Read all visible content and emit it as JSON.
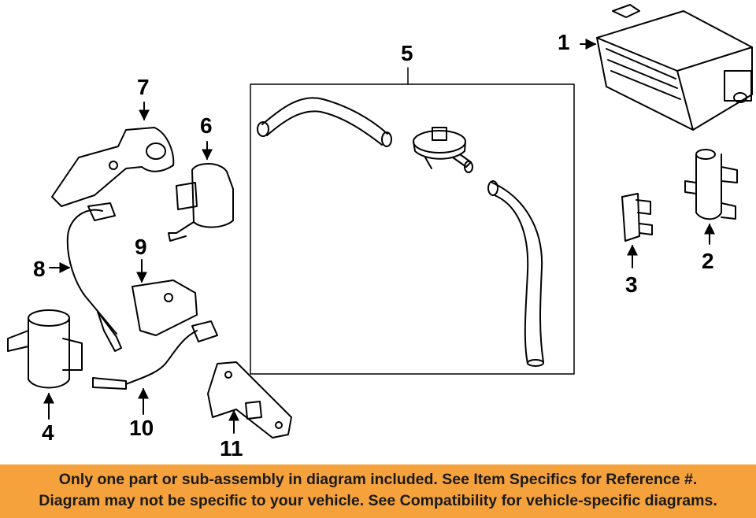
{
  "callouts": [
    {
      "id": "1",
      "label": "1"
    },
    {
      "id": "2",
      "label": "2"
    },
    {
      "id": "3",
      "label": "3"
    },
    {
      "id": "4",
      "label": "4"
    },
    {
      "id": "5",
      "label": "5"
    },
    {
      "id": "6",
      "label": "6"
    },
    {
      "id": "7",
      "label": "7"
    },
    {
      "id": "8",
      "label": "8"
    },
    {
      "id": "9",
      "label": "9"
    },
    {
      "id": "10",
      "label": "10"
    },
    {
      "id": "11",
      "label": "11"
    }
  ],
  "footer": {
    "line1": "Only one part or sub-assembly in diagram included. See Item Specifics for Reference #.",
    "line2": "Diagram may not be specific to your vehicle. See Compatibility for vehicle-specific diagrams."
  },
  "colors": {
    "footer_bg": "#f5a23c",
    "line": "#000000",
    "background": "#ffffff"
  }
}
